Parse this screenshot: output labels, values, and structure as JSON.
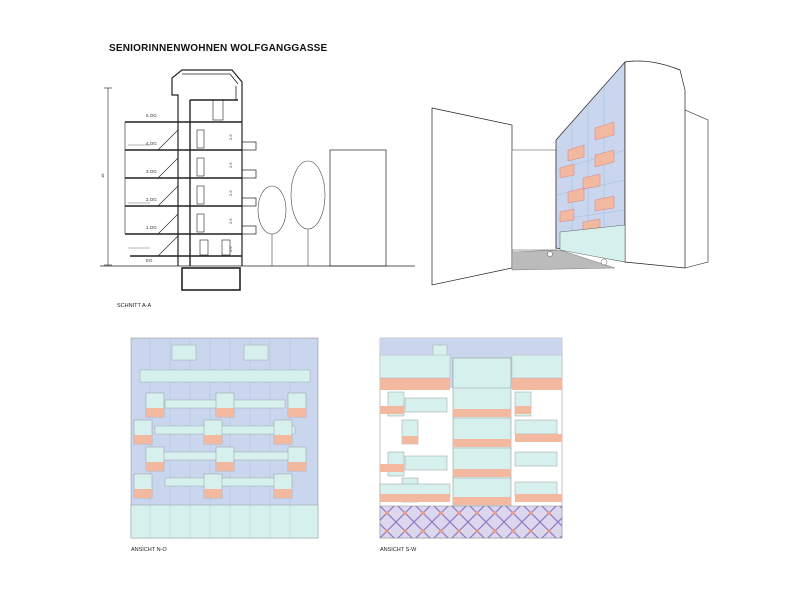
{
  "title": "SENIORINNENWOHNEN WOLFGANGGASSE",
  "section": {
    "caption": "SCHNITT A-A",
    "levels": [
      "5.OG",
      "4.OG",
      "3.OG",
      "2.OG",
      "1.OG",
      "EG"
    ],
    "floor_heights": [
      "2.6",
      "2.6",
      "2.6",
      "2.6",
      "2.6"
    ],
    "total_height": "18"
  },
  "elevation_no": {
    "caption": "ANSICHT N-O"
  },
  "elevation_sw": {
    "caption": "ANSICHT S-W"
  },
  "colors": {
    "facade_blue": "#c9d6ee",
    "glass": "#d6f0ee",
    "balcony_orange": "#f3b8a0",
    "line": "#222222"
  }
}
